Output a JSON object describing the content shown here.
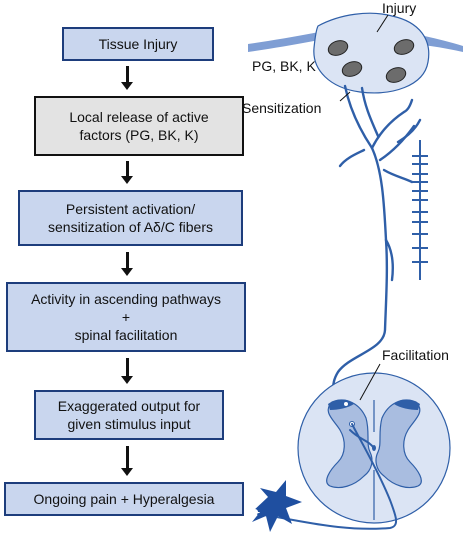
{
  "flow": [
    {
      "lines": [
        "Tissue Injury"
      ],
      "style": "blue"
    },
    {
      "lines": [
        "Local release of active",
        "factors (PG, BK, K)"
      ],
      "style": "gray"
    },
    {
      "lines": [
        "Persistent activation/",
        "sensitization of Aδ/C fibers"
      ],
      "style": "blue"
    },
    {
      "lines": [
        "Activity in ascending pathways",
        "+",
        "spinal facilitation"
      ],
      "style": "blue"
    },
    {
      "lines": [
        "Exaggerated output for",
        "given stimulus input"
      ],
      "style": "blue"
    },
    {
      "lines": [
        "Ongoing pain + Hyperalgesia"
      ],
      "style": "blue"
    }
  ],
  "labels": {
    "injury": "Injury",
    "factors": "PG, BK, K",
    "sensitization": "Sensitization",
    "facilitation": "Facilitation"
  },
  "colors": {
    "box_fill": "#c9d6ee",
    "box_border": "#1d3d7c",
    "gray_fill": "#e3e3e3",
    "nerve": "#2f5fa8",
    "cord_outer": "#dbe4f4",
    "cord_gray": "#a9bde0",
    "burst": "#1f4fa0"
  }
}
